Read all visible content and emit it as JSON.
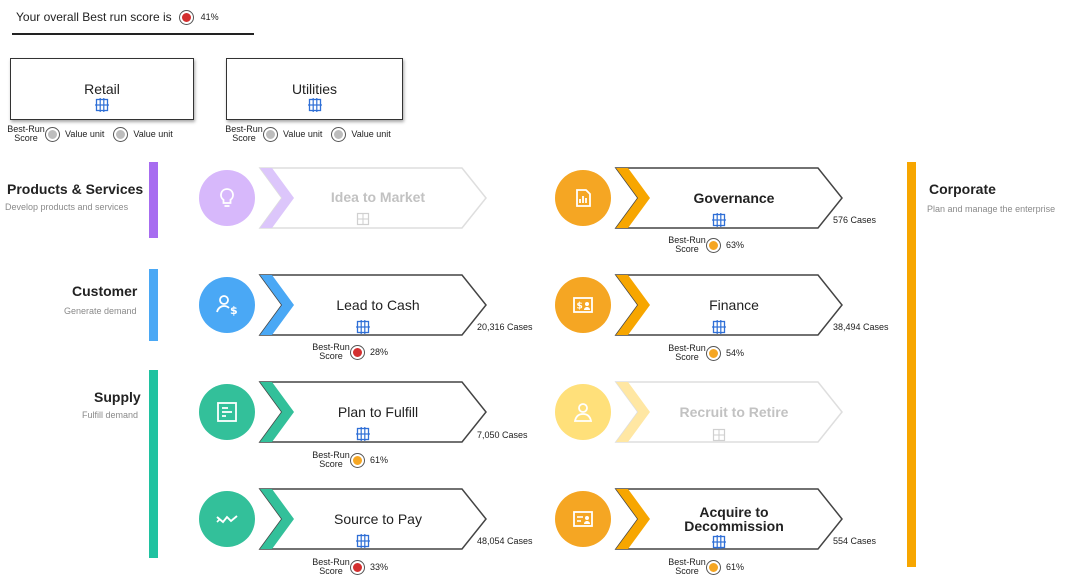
{
  "overall": {
    "label": "Your overall Best run score is",
    "value": "41%",
    "status": "red"
  },
  "industries": [
    {
      "title": "Retail",
      "best_run_label": "Best-Run Score",
      "value_unit_1": "Value unit",
      "value_unit_2": "Value unit"
    },
    {
      "title": "Utilities",
      "best_run_label": "Best-Run Score",
      "value_unit_1": "Value unit",
      "value_unit_2": "Value unit"
    }
  ],
  "sections": {
    "products": {
      "title": "Products & Services",
      "subtitle": "Develop products and services",
      "color": "#a76cf0"
    },
    "customer": {
      "title": "Customer",
      "subtitle": "Generate demand",
      "color": "#4aa8f5"
    },
    "supply": {
      "title": "Supply",
      "subtitle": "Fulfill demand",
      "color": "#1fc2a0"
    },
    "corporate": {
      "title": "Corporate",
      "subtitle": "Plan and manage the enterprise",
      "color": "#f7a600"
    }
  },
  "processes": {
    "idea": {
      "title": "Idea to Market",
      "icon": "lightbulb-icon",
      "enabled": false
    },
    "lead": {
      "title": "Lead to Cash",
      "icon": "people-money-icon",
      "cases": "20,316 Cases",
      "score_label": "Best-Run Score",
      "score": "28%",
      "status": "red"
    },
    "plan": {
      "title": "Plan to Fulfill",
      "icon": "list-icon",
      "cases": "7,050 Cases",
      "score_label": "Best-Run Score",
      "score": "61%",
      "status": "yellow"
    },
    "source": {
      "title": "Source to Pay",
      "icon": "trend-icon",
      "cases": "48,054 Cases",
      "score_label": "Best-Run Score",
      "score": "33%",
      "status": "red"
    },
    "gov": {
      "title": "Governance",
      "icon": "document-chart-icon",
      "cases": "576 Cases",
      "score_label": "Best-Run Score",
      "score": "63%",
      "status": "yellow"
    },
    "finance": {
      "title": "Finance",
      "icon": "finance-icon",
      "cases": "38,494 Cases",
      "score_label": "Best-Run Score",
      "score": "54%",
      "status": "yellow"
    },
    "recruit": {
      "title": "Recruit to Retire",
      "icon": "person-icon",
      "enabled": false
    },
    "acquire": {
      "title_1": "Acquire to",
      "title_2": "Decommission",
      "icon": "asset-icon",
      "cases": "554 Cases",
      "score_label": "Best-Run Score",
      "score": "61%",
      "status": "yellow"
    }
  }
}
